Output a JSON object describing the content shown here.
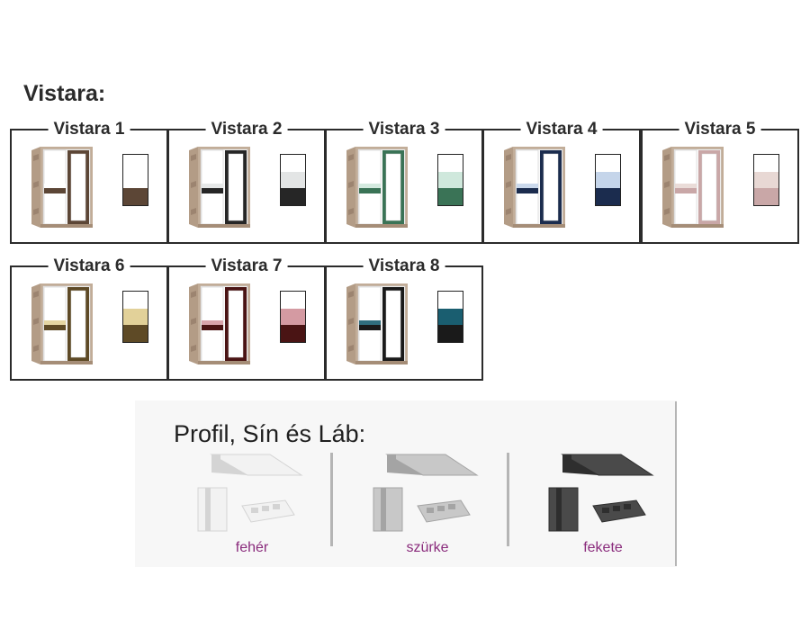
{
  "title": "Vistara:",
  "variants": [
    {
      "label": "Vistara 1",
      "accent": "#5c4636",
      "mid": "#ffffff"
    },
    {
      "label": "Vistara 2",
      "accent": "#262626",
      "mid": "#e3e5e5"
    },
    {
      "label": "Vistara 3",
      "accent": "#3a7356",
      "mid": "#cfe8dc"
    },
    {
      "label": "Vistara 4",
      "accent": "#1b2c4e",
      "mid": "#c5d5ea"
    },
    {
      "label": "Vistara 5",
      "accent": "#c9a7a7",
      "mid": "#e8d8d4"
    },
    {
      "label": "Vistara 6",
      "accent": "#5e4a26",
      "mid": "#e2d199"
    },
    {
      "label": "Vistara 7",
      "accent": "#4a1414",
      "mid": "#d49aa2"
    },
    {
      "label": "Vistara 8",
      "accent": "#1a1a1a",
      "mid": "#1a5e70"
    }
  ],
  "profile": {
    "title": "Profil, Sín és Láb:",
    "options": [
      {
        "label": "fehér",
        "color": "#f2f2f2",
        "shade": "#d4d4d4"
      },
      {
        "label": "szürke",
        "color": "#c8c8c8",
        "shade": "#a4a4a4"
      },
      {
        "label": "fekete",
        "color": "#4a4a4a",
        "shade": "#2e2e2e"
      }
    ]
  }
}
